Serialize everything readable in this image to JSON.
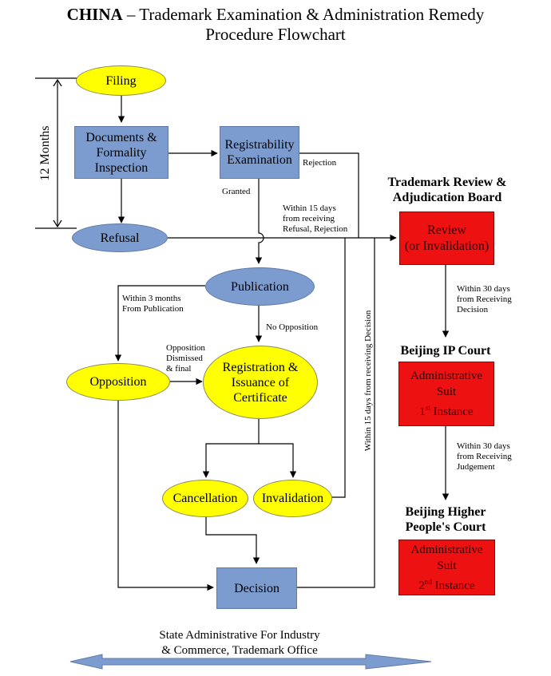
{
  "title": {
    "bold": "CHINA",
    "line1": " – Trademark Examination & Administration Remedy",
    "line2": "Procedure Flowchart"
  },
  "side_label": "12 Months",
  "nodes": {
    "filing": "Filing",
    "documents": [
      "Documents &",
      "Formality",
      "Inspection"
    ],
    "registrability": [
      "Registrability",
      "Examination"
    ],
    "refusal": "Refusal",
    "publication": "Publication",
    "opposition": "Opposition",
    "registration": [
      "Registration &",
      "Issuance of",
      "Certificate"
    ],
    "cancellation": "Cancellation",
    "invalidation": "Invalidation",
    "decision": "Decision",
    "review": [
      "Review",
      "(or Invalidation)"
    ],
    "admin_suit_1": [
      "Administrative",
      "Suit",
      "1",
      "st",
      " Instance"
    ],
    "admin_suit_2": [
      "Administrative",
      "Suit",
      "2",
      "nd",
      " Instance"
    ]
  },
  "headings": {
    "board": [
      "Trademark Review &",
      "Adjudication Board"
    ],
    "ip_court": "Beijing IP Court",
    "higher_court": [
      "Beijing Higher",
      "People's Court"
    ]
  },
  "edge_labels": {
    "rejection": "Rejection",
    "granted": "Granted",
    "within_15_refusal": [
      "Within 15 days",
      "from receiving",
      "Refusal, Rejection"
    ],
    "within_3_months": [
      "Within 3 months",
      "From Publication"
    ],
    "no_opposition": "No Opposition",
    "opposition_dismissed": [
      "Opposition",
      "Dismissed",
      "& final"
    ],
    "within_15_decision": "Within 15 days from receiving Decision",
    "within_30_decision": [
      "Within 30 days",
      "from Receiving",
      "Decision"
    ],
    "within_30_judgement": [
      "Within 30 days",
      "from Receiving",
      "Judgement"
    ]
  },
  "footer": [
    "State Administrative For Industry",
    "& Commerce, Trademark Office"
  ],
  "colors": {
    "yellow_node": "#ffff00",
    "blue_node": "#7c9ccf",
    "red_node": "#ee1111",
    "footer_arrow": "#7c9ccf"
  }
}
